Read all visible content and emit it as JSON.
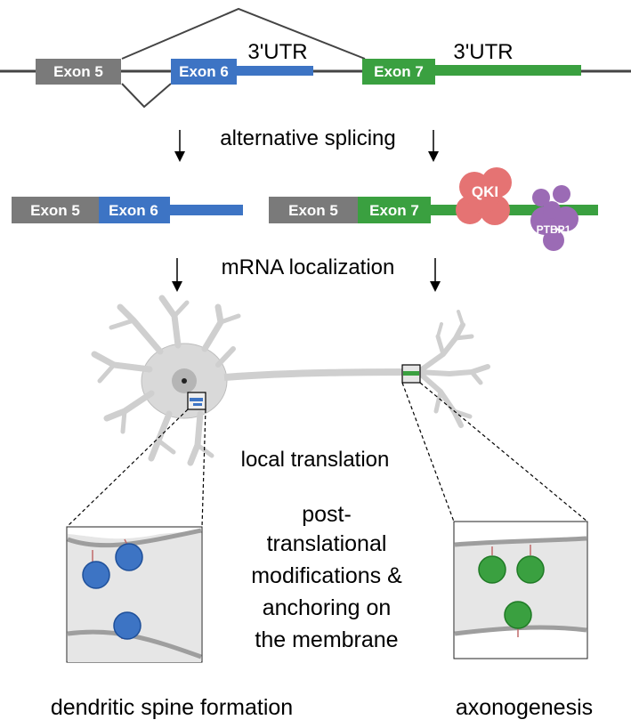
{
  "gene": {
    "exon5": "Exon 5",
    "exon6": "Exon 6",
    "exon7": "Exon 7",
    "utr_a": "3'UTR",
    "utr_b": "3'UTR"
  },
  "steps": {
    "splicing": "alternative splicing",
    "localization": "mRNA localization",
    "translation": "local translation"
  },
  "mrna_left": {
    "exon5": "Exon 5",
    "exon6": "Exon 6"
  },
  "mrna_right": {
    "exon5": "Exon 5",
    "exon7": "Exon 7",
    "protein1": "QKI",
    "protein2": "PTBP1"
  },
  "modifications": {
    "line1": "post-",
    "line2": "translational",
    "line3": "modifications &",
    "line4": "anchoring on",
    "line5": "the membrane"
  },
  "outcomes": {
    "left": "dendritic spine formation",
    "right": "axonogenesis"
  },
  "colors": {
    "exon5": "#7a7a7a",
    "exon6": "#3d74c4",
    "exon7": "#3aa040",
    "qki": "#e57373",
    "ptbp1": "#9b6bb5",
    "neuron": "#d9d9d9"
  }
}
